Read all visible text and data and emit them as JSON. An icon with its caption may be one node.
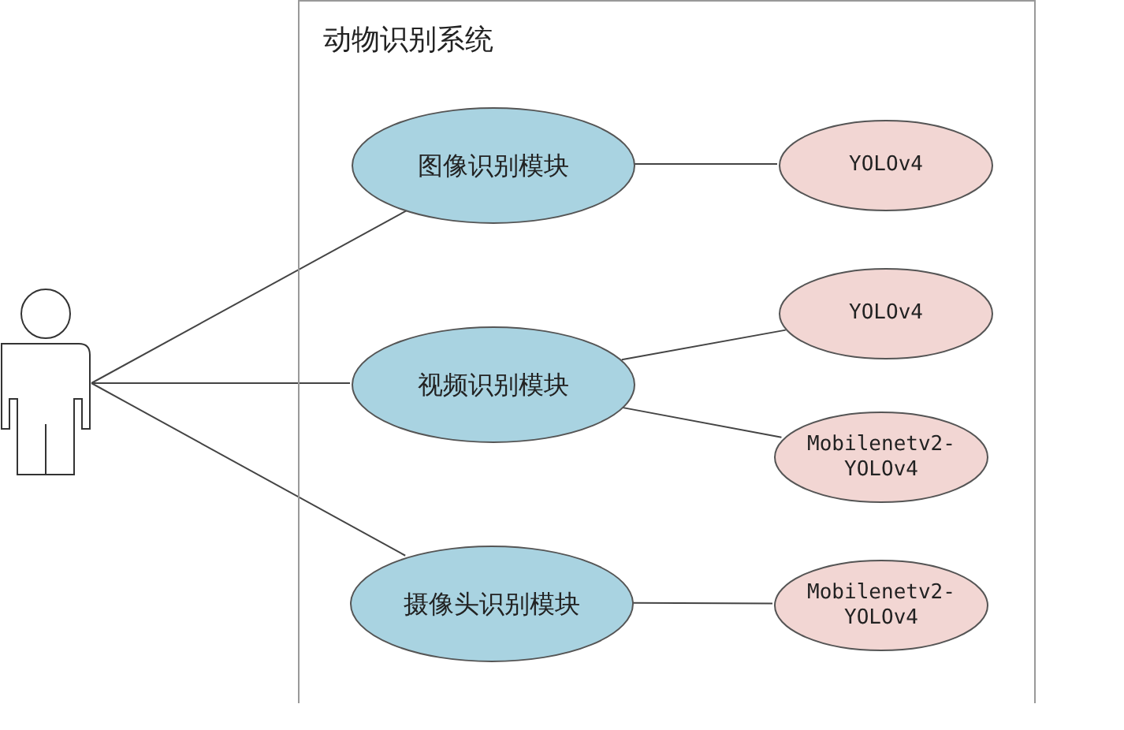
{
  "diagram": {
    "nodes": [
      {
        "text": [],
        "shape": "person"
      },
      {
        "text": [
          "动物识别系统"
        ]
      },
      {
        "text": [
          "图像识别模块"
        ],
        "in": 1
      },
      {
        "text": [
          "YOLOv4"
        ],
        "in": 1
      },
      {
        "text": [
          "视频识别模块"
        ],
        "in": 1
      },
      {
        "text": [
          "YOLOv4"
        ],
        "in": 1
      },
      {
        "text": [
          "Mobilenetv2- YOLOv4"
        ],
        "in": 1
      },
      {
        "text": [
          "摄像头识别模块"
        ],
        "in": 1
      },
      {
        "text": [
          "Mobilenetv2- YOLOv4"
        ],
        "in": 1
      }
    ],
    "edges": [
      {
        "from": 0,
        "to": 2,
        "arrow": "none"
      },
      {
        "from": 0,
        "to": 4,
        "arrow": "none"
      },
      {
        "from": 0,
        "to": 7,
        "arrow": "none"
      },
      {
        "from": 2,
        "to": 3,
        "arrow": "none"
      },
      {
        "from": 4,
        "to": 5,
        "arrow": "none"
      },
      {
        "from": 4,
        "to": 6,
        "arrow": "none"
      },
      {
        "from": 7,
        "to": 8,
        "arrow": "none"
      }
    ]
  }
}
